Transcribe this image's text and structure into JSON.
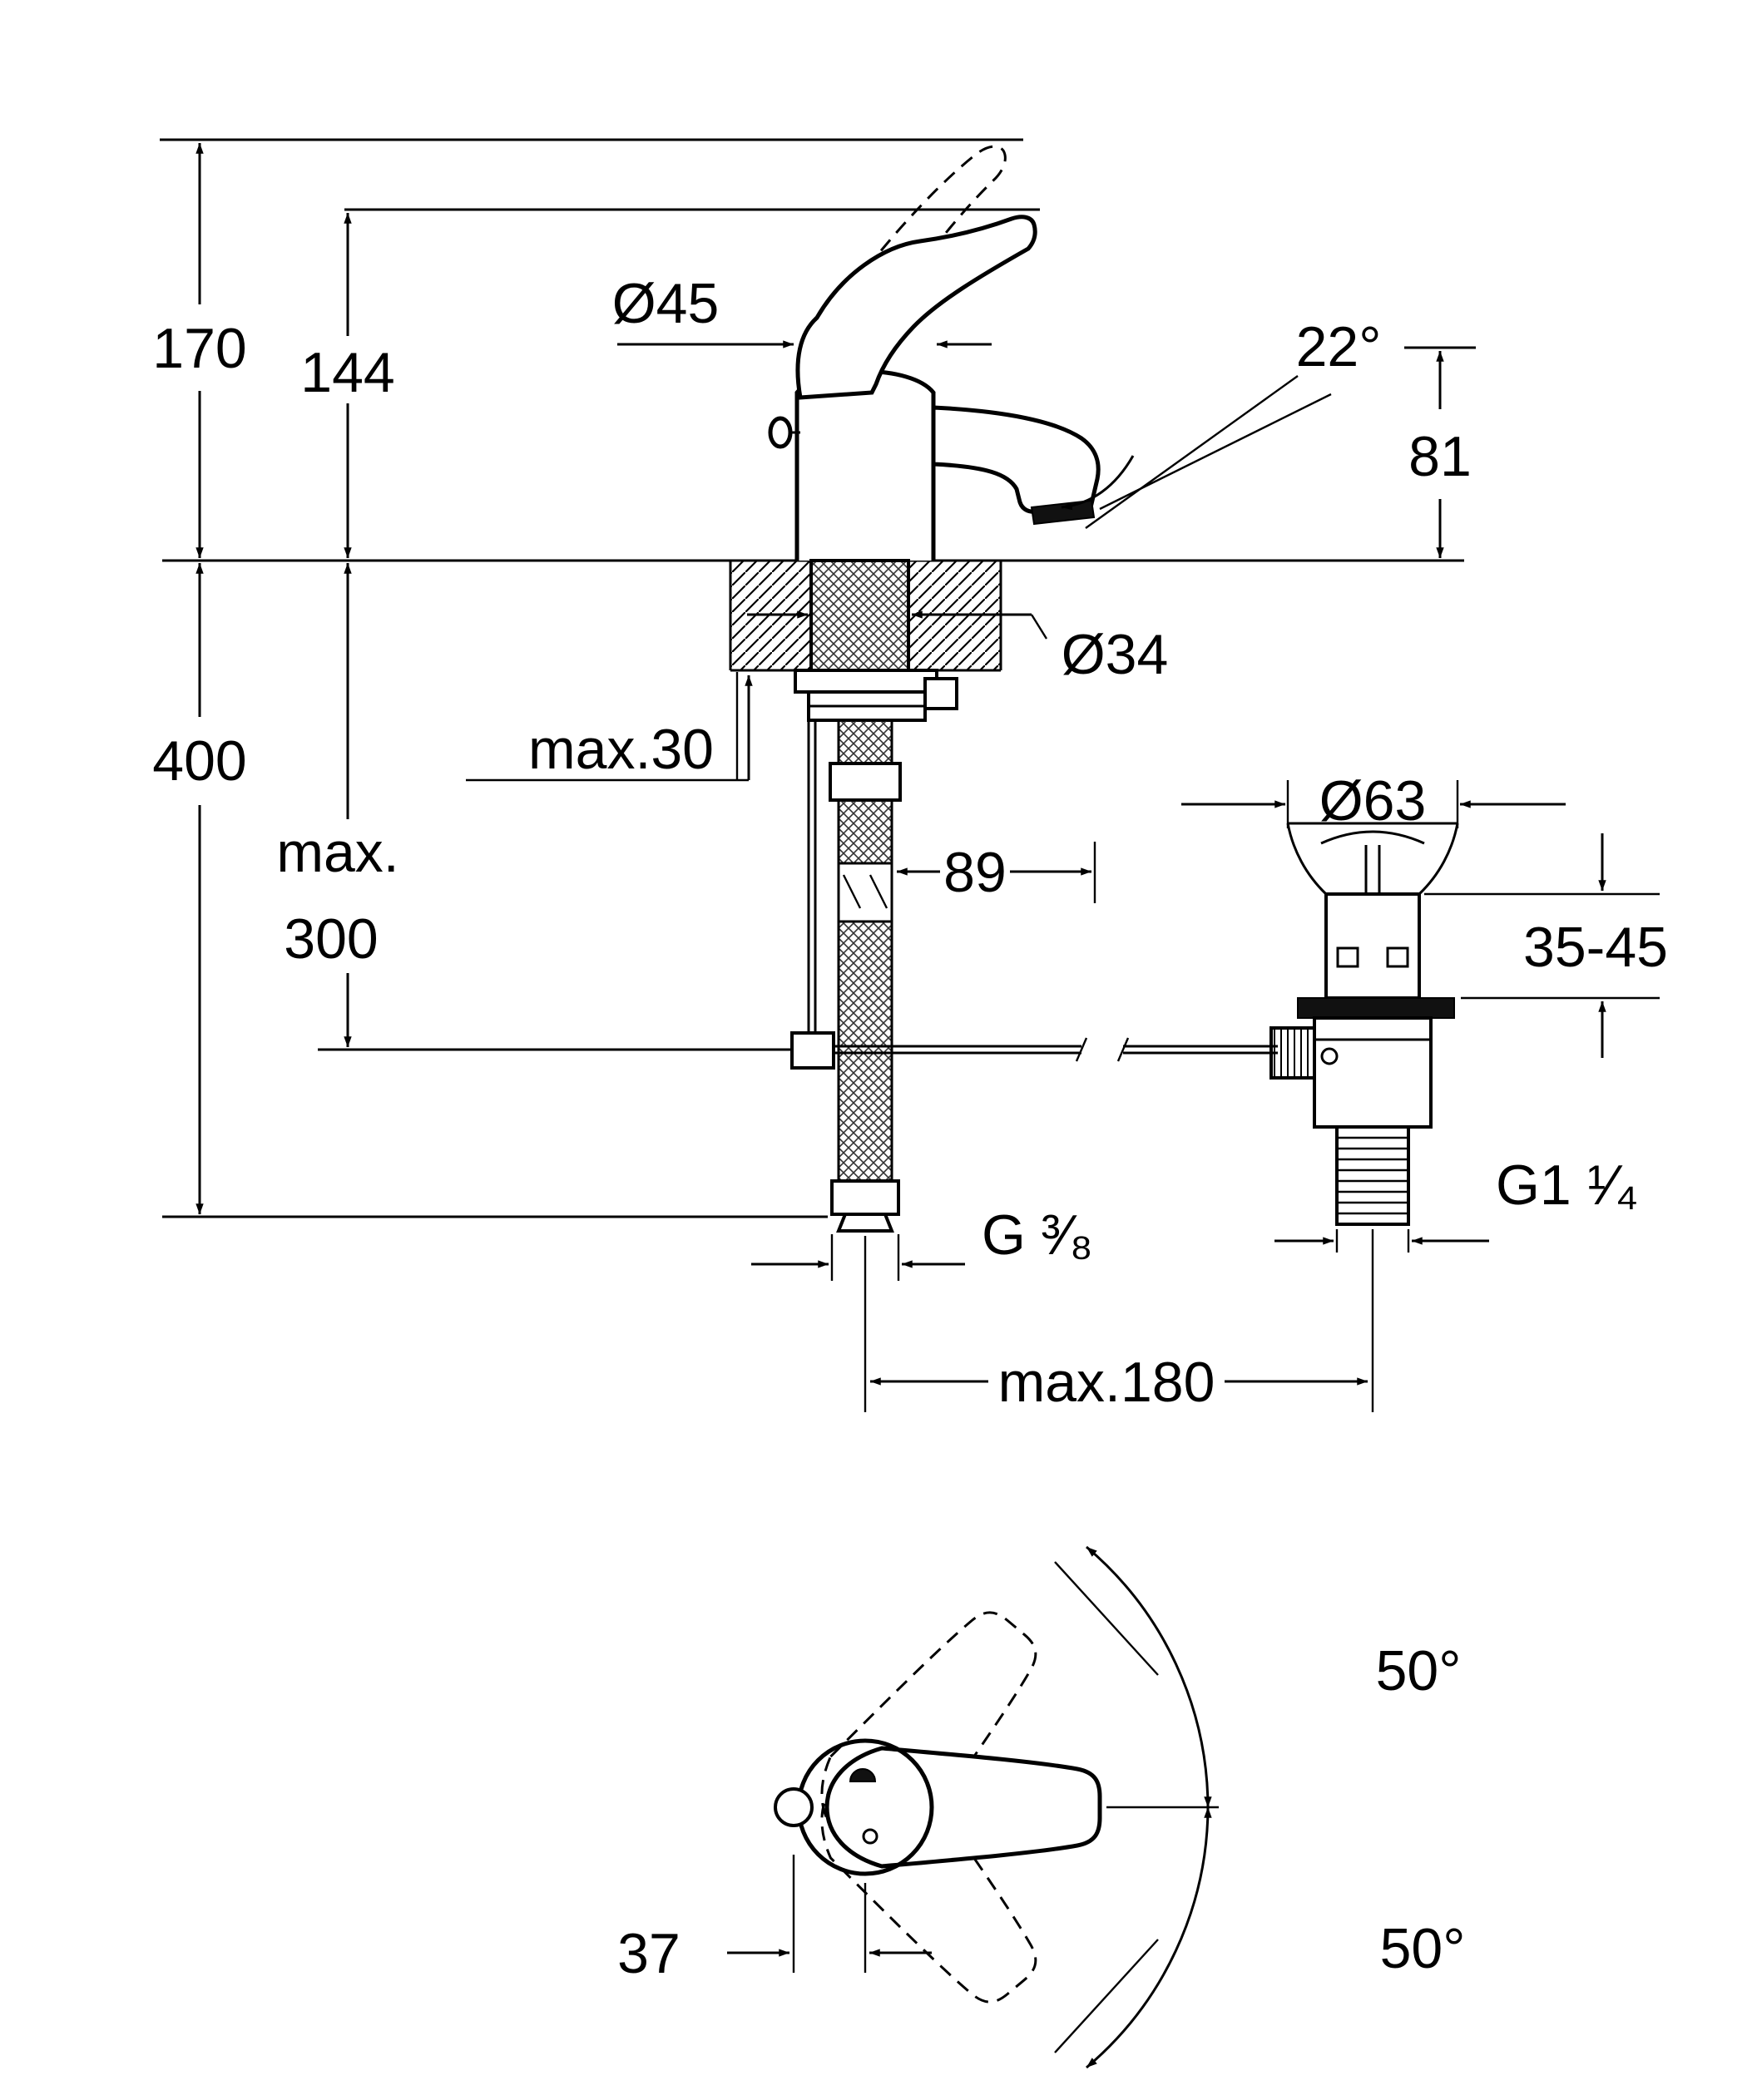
{
  "page": {
    "background_color": "#ffffff",
    "line_color": "#000000",
    "kind": "faucet installation dimension drawing"
  },
  "drawing": {
    "side_view": {
      "dim_total_height": "170",
      "dim_handle_height": "144",
      "dim_body_diameter": "Ø45",
      "dim_spout_angle": "22°",
      "dim_spout_height": "81",
      "dim_hole_diameter": "Ø34",
      "dim_deck_thickness": "max.30",
      "dim_hose_drop": "400",
      "dim_rod_drop_line1": "max.",
      "dim_rod_drop_line2": "300",
      "dim_center_offset": "89",
      "dim_waste_flange_diameter": "Ø63",
      "dim_waste_depth_range": "35-45",
      "dim_waste_thread": "G1 ¹⁄₄",
      "dim_supply_thread": "G ³⁄₈",
      "dim_rod_reach": "max.180"
    },
    "top_view": {
      "dim_swivel_up": "50°",
      "dim_swivel_down": "50°",
      "dim_handle_offset": "37"
    }
  }
}
